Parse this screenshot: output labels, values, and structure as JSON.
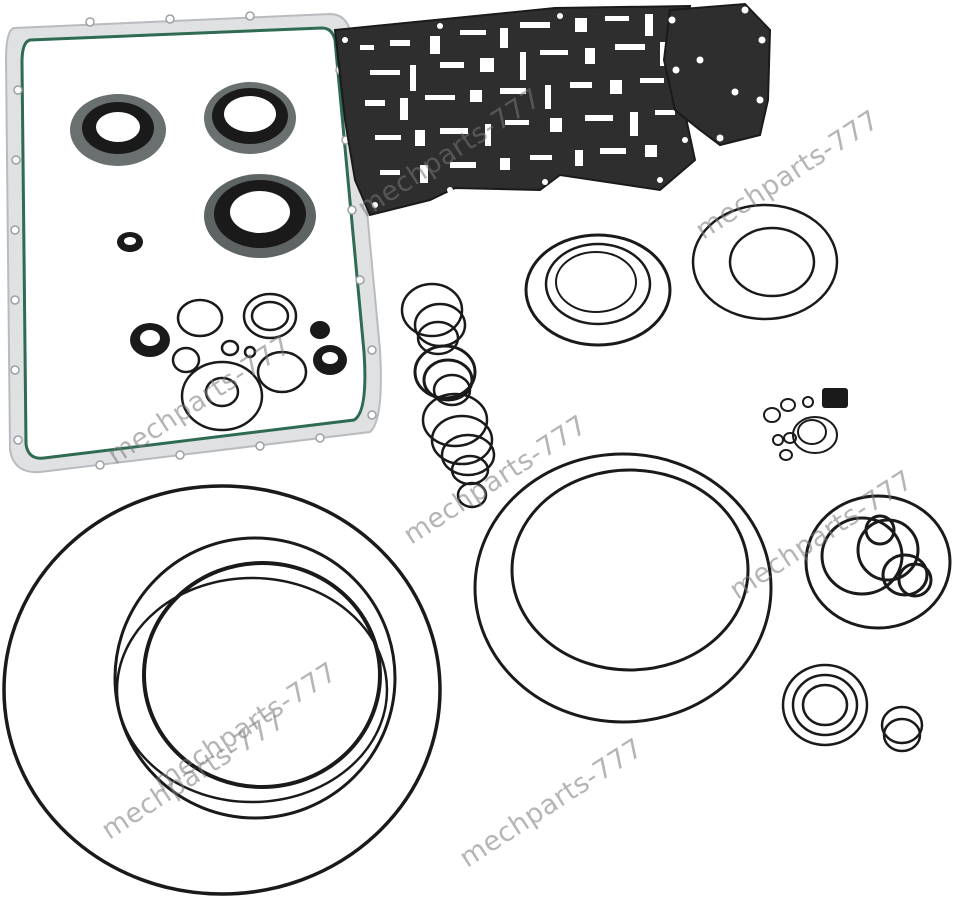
{
  "image": {
    "subject": "transmission-rebuild-kit",
    "background_color": "#ffffff",
    "colors": {
      "rubber": "#1a1a1a",
      "gasket_sheet": "#2e2e2e",
      "oil_pan_gasket_frame": "#d4d6d8",
      "oil_pan_gasket_bead": "#2f6b52",
      "seal_metal": "#6a6f6f"
    }
  },
  "watermarks": [
    {
      "text": "mechparts-777"
    },
    {
      "text": "mechparts-777"
    },
    {
      "text": "mechparts-777"
    },
    {
      "text": "mechparts-777"
    },
    {
      "text": "mechparts-777"
    },
    {
      "text": "mechparts-777"
    },
    {
      "text": "mechparts-777"
    },
    {
      "text": "mechparts-777"
    }
  ]
}
